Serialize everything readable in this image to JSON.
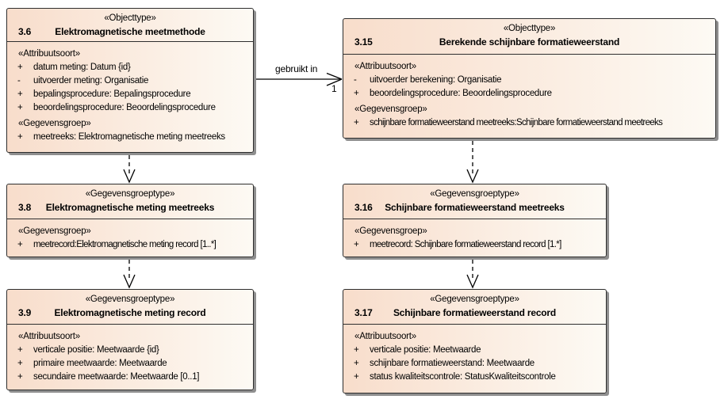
{
  "colors": {
    "fill_start": "#f8ddcb",
    "fill_end": "#fdfaf4",
    "border": "#2e2e2e",
    "shadow": "#8f8f8f",
    "line": "#000000"
  },
  "connector": {
    "label": "gebruikt in",
    "multiplicity": "1"
  },
  "boxes": [
    {
      "stereotype": "«Objecttype»",
      "number": "3.6",
      "title": "Elektromagnetische meetmethode",
      "groups": [
        {
          "header": "«Attribuutsoort»",
          "attrs": [
            {
              "vis": "+",
              "text": "datum meting: Datum {id}"
            },
            {
              "vis": "-",
              "text": "uitvoerder meting: Organisatie"
            },
            {
              "vis": "+",
              "text": "bepalingsprocedure: Bepalingsprocedure"
            },
            {
              "vis": "+",
              "text": "beoordelingsprocedure: Beoordelingsprocedure"
            }
          ]
        },
        {
          "header": "«Gegevensgroep»",
          "attrs": [
            {
              "vis": "+",
              "text": "meetreeks: Elektromagnetische meting meetreeks"
            }
          ]
        }
      ]
    },
    {
      "stereotype": "«Objecttype»",
      "number": "3.15",
      "title": "Berekende schijnbare formatieweerstand",
      "groups": [
        {
          "header": "«Attribuutsoort»",
          "attrs": [
            {
              "vis": "-",
              "text": "uitvoerder berekening: Organisatie"
            },
            {
              "vis": "+",
              "text": "beoordelingsprocedure: Beoordelingsprocedure"
            }
          ]
        },
        {
          "header": "«Gegevensgroep»",
          "attrs": [
            {
              "vis": "+",
              "text": "schijnbare formatieweerstand meetreeks:Schijnbare formatieweerstand meetreeks"
            }
          ]
        }
      ]
    },
    {
      "stereotype": "«Gegevensgroeptype»",
      "number": "3.8",
      "title": "Elektromagnetische meting meetreeks",
      "groups": [
        {
          "header": "«Gegevensgroep»",
          "attrs": [
            {
              "vis": "+",
              "text": "meetrecord:Elektromagnetische meting record [1..*]"
            }
          ]
        }
      ]
    },
    {
      "stereotype": "«Gegevensgroeptype»",
      "number": "3.16",
      "title": "Schijnbare formatieweerstand meetreeks",
      "groups": [
        {
          "header": "«Gegevensgroep»",
          "attrs": [
            {
              "vis": "+",
              "text": "meetrecord: Schijnbare formatieweerstand record [1.*]"
            }
          ]
        }
      ]
    },
    {
      "stereotype": "«Gegevensgroeptype»",
      "number": "3.9",
      "title": "Elektromagnetische meting record",
      "groups": [
        {
          "header": "«Attribuutsoort»",
          "attrs": [
            {
              "vis": "+",
              "text": "verticale positie: Meetwaarde {id}"
            },
            {
              "vis": "+",
              "text": "primaire meetwaarde: Meetwaarde"
            },
            {
              "vis": "+",
              "text": "secundaire meetwaarde: Meetwaarde [0..1]"
            }
          ]
        }
      ]
    },
    {
      "stereotype": "«Gegevensgroeptype»",
      "number": "3.17",
      "title": "Schijnbare formatieweerstand record",
      "groups": [
        {
          "header": "«Attribuutsoort»",
          "attrs": [
            {
              "vis": "+",
              "text": "verticale positie: Meetwaarde"
            },
            {
              "vis": "+",
              "text": "schijnbare formatieweerstand: Meetwaarde"
            },
            {
              "vis": "+",
              "text": "status kwaliteitscontrole: StatusKwaliteitscontrole"
            }
          ]
        }
      ]
    }
  ]
}
